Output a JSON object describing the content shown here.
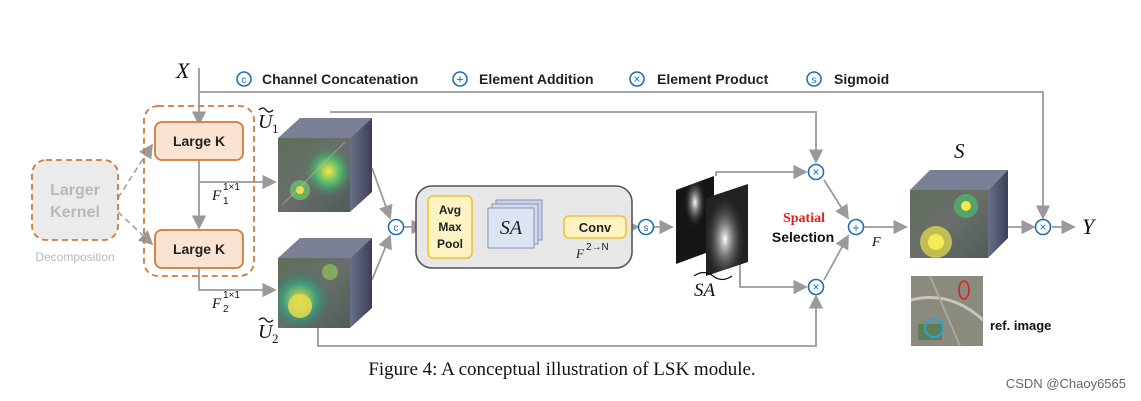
{
  "legend": {
    "concat": {
      "symbol": "c",
      "label": "Channel Concatenation"
    },
    "add": {
      "symbol": "+",
      "label": "Element Addition"
    },
    "product": {
      "symbol": "×",
      "label": "Element Product"
    },
    "sigmoid": {
      "symbol": "s",
      "label": "Sigmoid"
    }
  },
  "input_label": "X",
  "output_label": "Y",
  "decomposition": {
    "larger_kernel_line1": "Larger",
    "larger_kernel_line2": "Kernel",
    "caption": "Decomposition",
    "large_k_top": "Large K",
    "large_k_bottom": "Large K"
  },
  "features": {
    "u1": "U",
    "u1_sub": "1",
    "u2": "U",
    "u2_sub": "2",
    "f1": "F",
    "f1_sup": "1×1",
    "f1_sub": "1",
    "f2": "F",
    "f2_sup": "1×1",
    "f2_sub": "2"
  },
  "sa_block": {
    "pool_line1": "Avg",
    "pool_line2": "Max",
    "pool_line3": "Pool",
    "sa": "SA",
    "conv": "Conv",
    "conv_sub": "F",
    "conv_sup": "2→N"
  },
  "sa_tilde": "SA",
  "spatial_line1": "Spatial",
  "spatial_line2": "Selection",
  "f_label": "F",
  "s_label": "S",
  "ref_image": "ref. image",
  "caption": "Figure 4: A conceptual illustration of LSK module.",
  "watermark": "CSDN @Chaoy6565",
  "colors": {
    "line": "#9a9a9a",
    "symbol_blue": "#1f6fb5",
    "orange": "#d07a3a",
    "orange_fill": "#fbe3d2",
    "yellow": "#f2c230",
    "yellow_fill": "#fff3c4",
    "sa_fill": "#dde3f3",
    "red": "#e0201c",
    "gray_box": "#e7e7e7"
  }
}
